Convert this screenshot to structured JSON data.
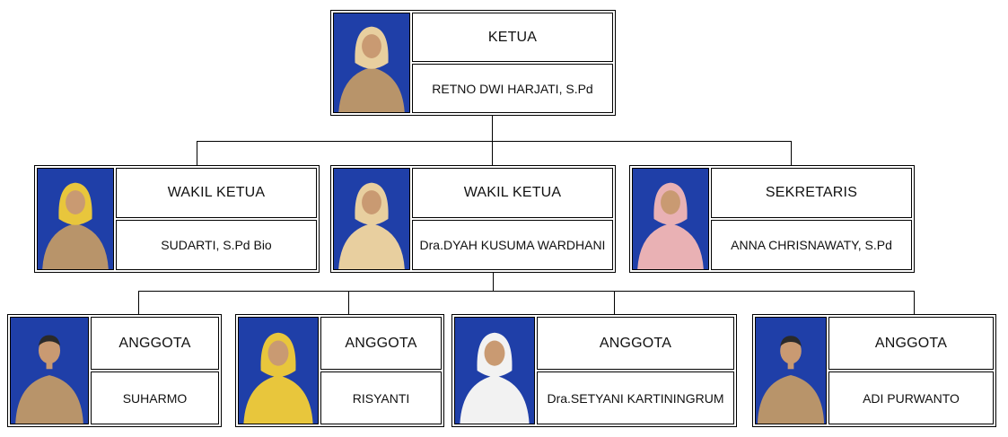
{
  "chart": {
    "ketua": {
      "role": "KETUA",
      "name": "RETNO DWI HARJATI, S.Pd"
    },
    "wakil_1": {
      "role": "WAKIL KETUA",
      "name": "SUDARTI, S.Pd Bio"
    },
    "wakil_2": {
      "role": "WAKIL KETUA",
      "name": "Dra.DYAH KUSUMA WARDHANI"
    },
    "sekretaris": {
      "role": "SEKRETARIS",
      "name": "ANNA CHRISNAWATY, S.Pd"
    },
    "anggota_1": {
      "role": "ANGGOTA",
      "name": "SUHARMO"
    },
    "anggota_2": {
      "role": "ANGGOTA",
      "name": "RISYANTI"
    },
    "anggota_3": {
      "role": "ANGGOTA",
      "name": "Dra.SETYANI KARTININGRUM"
    },
    "anggota_4": {
      "role": "ANGGOTA",
      "name": "ADI PURWANTO"
    }
  },
  "colors": {
    "photo_background": "#1f3fa8",
    "uniform_khaki": "#b8946a",
    "hijab_cream": "#e8cf9f",
    "hijab_yellow": "#e8c63c",
    "hijab_pink": "#e9b1b4",
    "hijab_white": "#f2f2f2",
    "skin": "#c99a72"
  }
}
